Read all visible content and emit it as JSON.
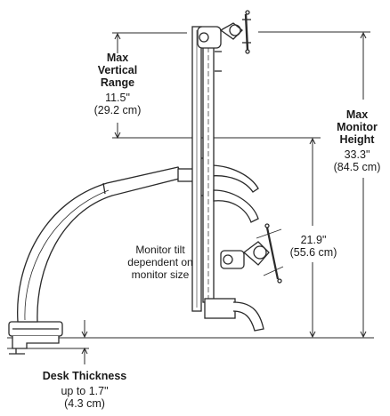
{
  "vertical_range": {
    "title_lines": [
      "Max",
      "Vertical",
      "Range"
    ],
    "value_in": "11.5\"",
    "value_cm": "(29.2 cm)"
  },
  "monitor_height": {
    "title_lines": [
      "Max",
      "Monitor",
      "Height"
    ],
    "value_in": "33.3\"",
    "value_cm": "(84.5 cm)"
  },
  "clamp_to_mount": {
    "value_in": "21.9\"",
    "value_cm": "(55.6 cm)"
  },
  "tilt_note": {
    "lines": [
      "Monitor tilt",
      "dependent on",
      "monitor size"
    ]
  },
  "desk_thickness": {
    "title": "Desk Thickness",
    "value_line1": "up to 1.7\"",
    "value_line2": "(4.3 cm)"
  },
  "colors": {
    "line": "#2a2a2a",
    "fill": "#ffffff",
    "shade": "#e9e9e9"
  }
}
